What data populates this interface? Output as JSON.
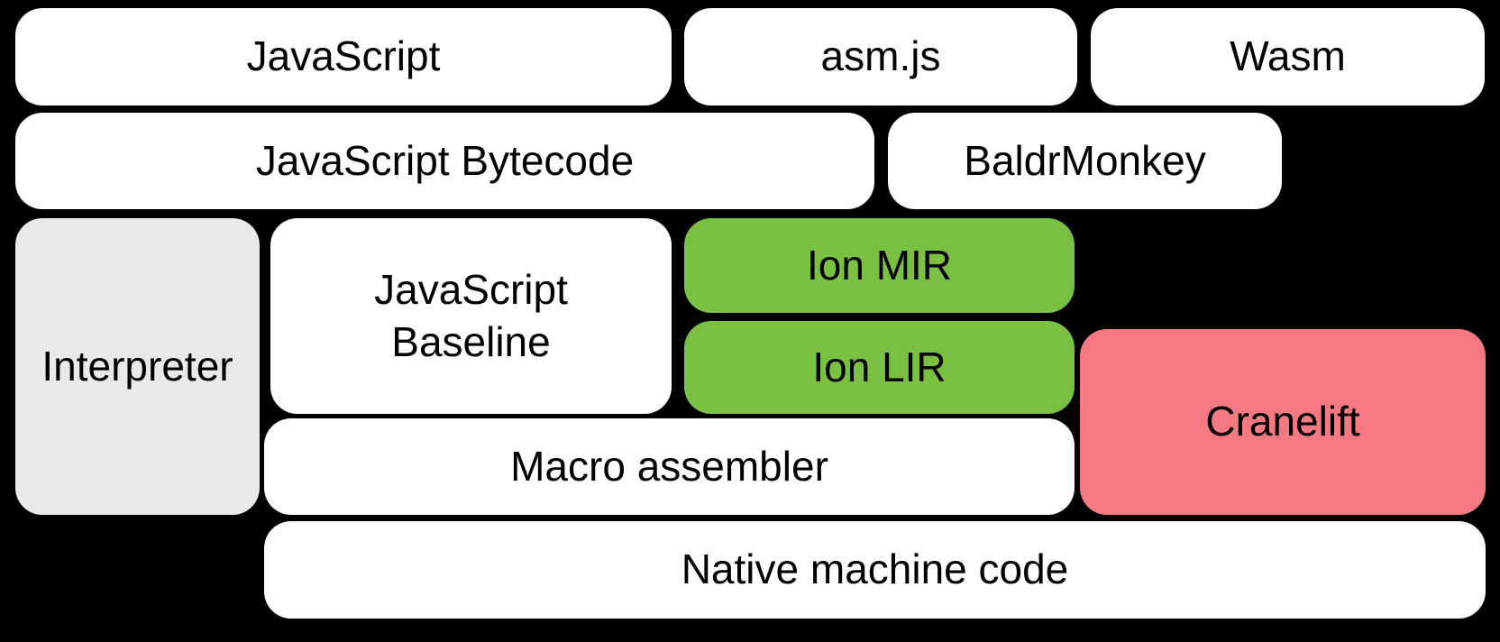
{
  "diagram": {
    "background_color": "#000000",
    "colors": {
      "box_white": "#ffffff",
      "box_gray": "#e9e9e9",
      "box_green": "#7ac143",
      "box_pink": "#f47983",
      "text": "#000000"
    },
    "nodes": [
      {
        "id": "javascript",
        "label": "JavaScript",
        "fill": "#ffffff"
      },
      {
        "id": "asmjs",
        "label": "asm.js",
        "fill": "#ffffff"
      },
      {
        "id": "wasm",
        "label": "Wasm",
        "fill": "#ffffff"
      },
      {
        "id": "javascript-bytecode",
        "label": "JavaScript Bytecode",
        "fill": "#ffffff"
      },
      {
        "id": "baldrmonkey",
        "label": "BaldrMonkey",
        "fill": "#ffffff"
      },
      {
        "id": "interpreter",
        "label": "Interpreter",
        "fill": "#e9e9e9"
      },
      {
        "id": "javascript-baseline",
        "label": "JavaScript\nBaseline",
        "fill": "#ffffff"
      },
      {
        "id": "ion-mir",
        "label": "Ion MIR",
        "fill": "#7ac143"
      },
      {
        "id": "ion-lir",
        "label": "Ion LIR",
        "fill": "#7ac143"
      },
      {
        "id": "cranelift",
        "label": "Cranelift",
        "fill": "#f47983"
      },
      {
        "id": "macro-assembler",
        "label": "Macro assembler",
        "fill": "#ffffff"
      },
      {
        "id": "native-machine-code",
        "label": "Native machine code",
        "fill": "#ffffff"
      }
    ]
  }
}
